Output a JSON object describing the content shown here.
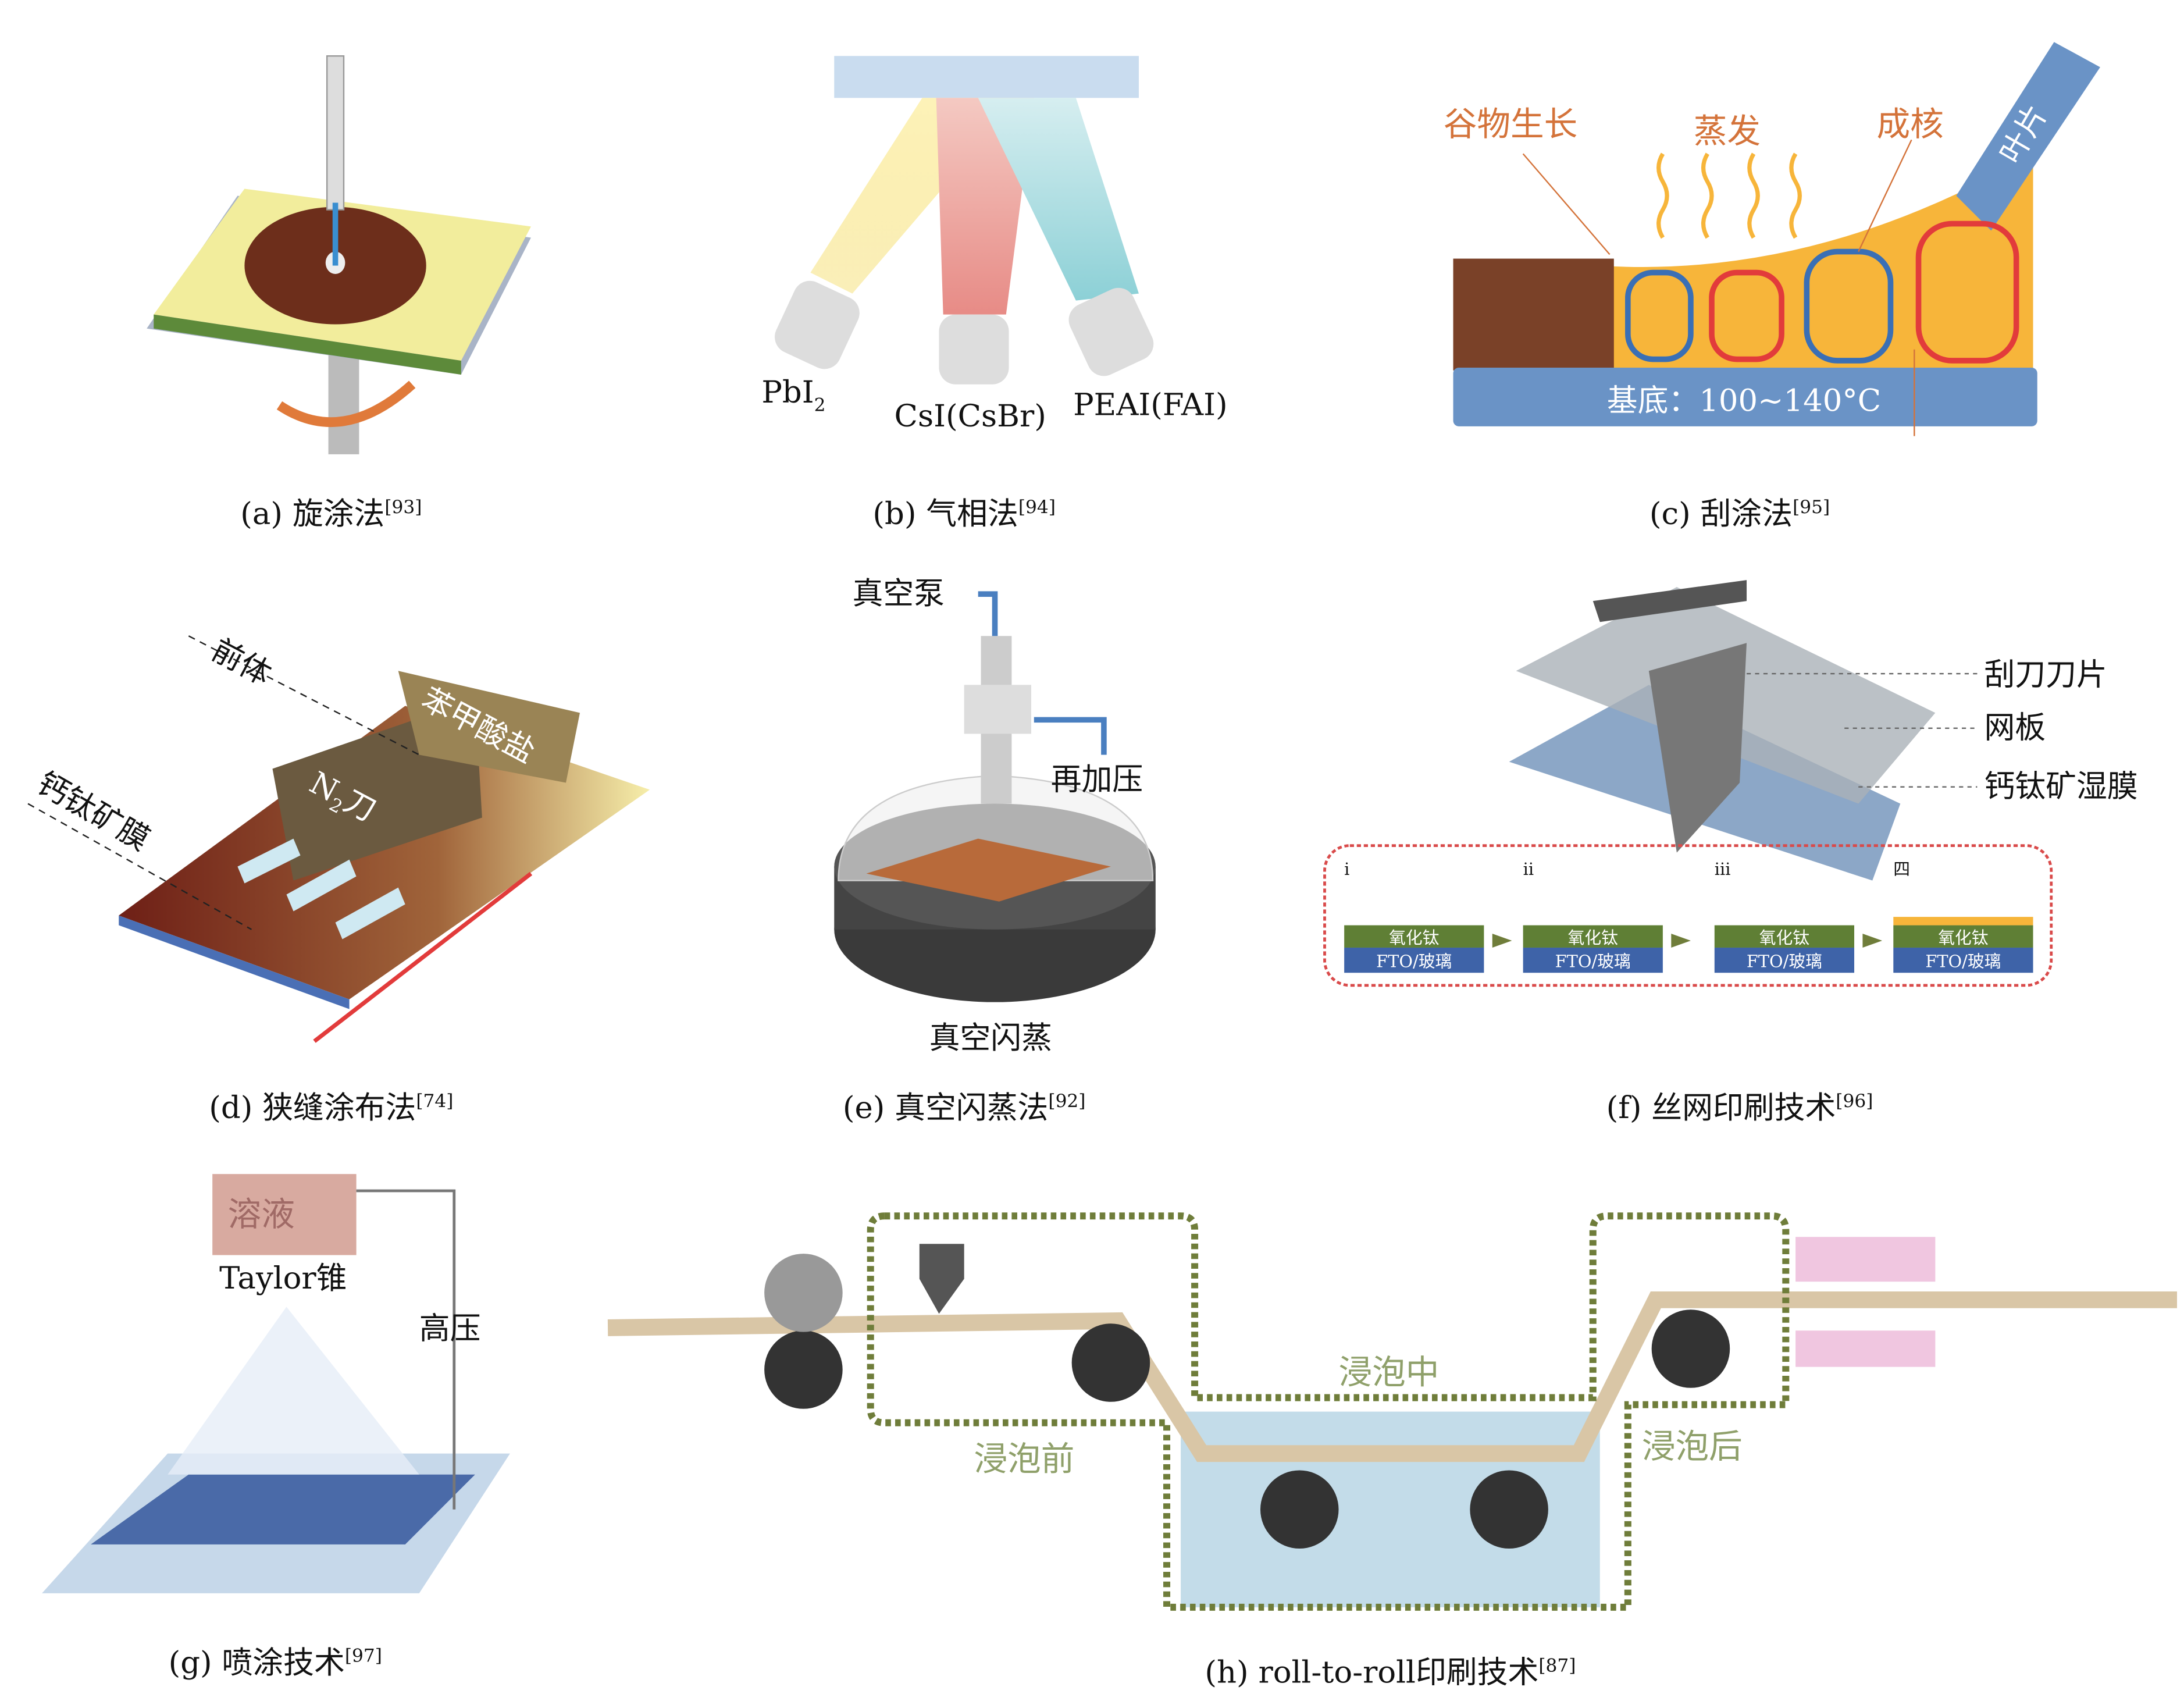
{
  "panels": {
    "a": {
      "caption": "(a) 旋涂法",
      "ref": "[93]"
    },
    "b": {
      "caption": "(b) 气相法",
      "ref": "[94]",
      "labels": {
        "pbi2": "PbI",
        "pbi2_sub": "2",
        "csi": "CsI(CsBr)",
        "peai": "PEAI(FAI)"
      }
    },
    "c": {
      "caption": "(c) 刮涂法",
      "ref": "[95]",
      "labels": {
        "grain": "谷物生长",
        "evap": "蒸发",
        "nucl": "成核",
        "blade": "叶片",
        "substrate": "基底：100~140°C"
      }
    },
    "d": {
      "caption": "(d) 狭缝涂布法",
      "ref": "[74]",
      "labels": {
        "precursor": "前体",
        "benzoate": "苯甲酸盐",
        "n2knife": "N",
        "n2sub": "2",
        "n2knife_suffix": "刀",
        "film": "钙钛矿膜"
      }
    },
    "e": {
      "caption": "(e) 真空闪蒸法",
      "ref": "[92]",
      "labels": {
        "pump": "真空泵",
        "repress": "再加压",
        "flash": "真空闪蒸"
      }
    },
    "f": {
      "caption": "(f) 丝网印刷技术",
      "ref": "[96]",
      "labels": {
        "blade": "刮刀刀片",
        "screen": "网板",
        "wetfilm": "钙钛矿湿膜"
      },
      "steps": [
        {
          "num": "i",
          "top": "氧化钛",
          "bottom": "FTO/玻璃"
        },
        {
          "num": "ii",
          "top": "氧化钛",
          "bottom": "FTO/玻璃"
        },
        {
          "num": "iii",
          "top": "氧化钛",
          "bottom": "FTO/玻璃"
        },
        {
          "num": "四",
          "top": "氧化钛",
          "bottom": "FTO/玻璃"
        }
      ]
    },
    "g": {
      "caption": "(g) 喷涂技术",
      "ref": "[97]",
      "labels": {
        "solution": "溶液",
        "taylor": "Taylor锥",
        "hv": "高压"
      }
    },
    "h": {
      "caption": "(h) roll-to-roll印刷技术",
      "ref": "[87]",
      "labels": {
        "before": "浸泡前",
        "during": "浸泡中",
        "after": "浸泡后"
      }
    }
  },
  "colors": {
    "orange": "#f7b53a",
    "brown": "#7a4128",
    "blue": "#6a93c6",
    "red": "#e23b3b",
    "green_dash": "#6f7d3a"
  }
}
